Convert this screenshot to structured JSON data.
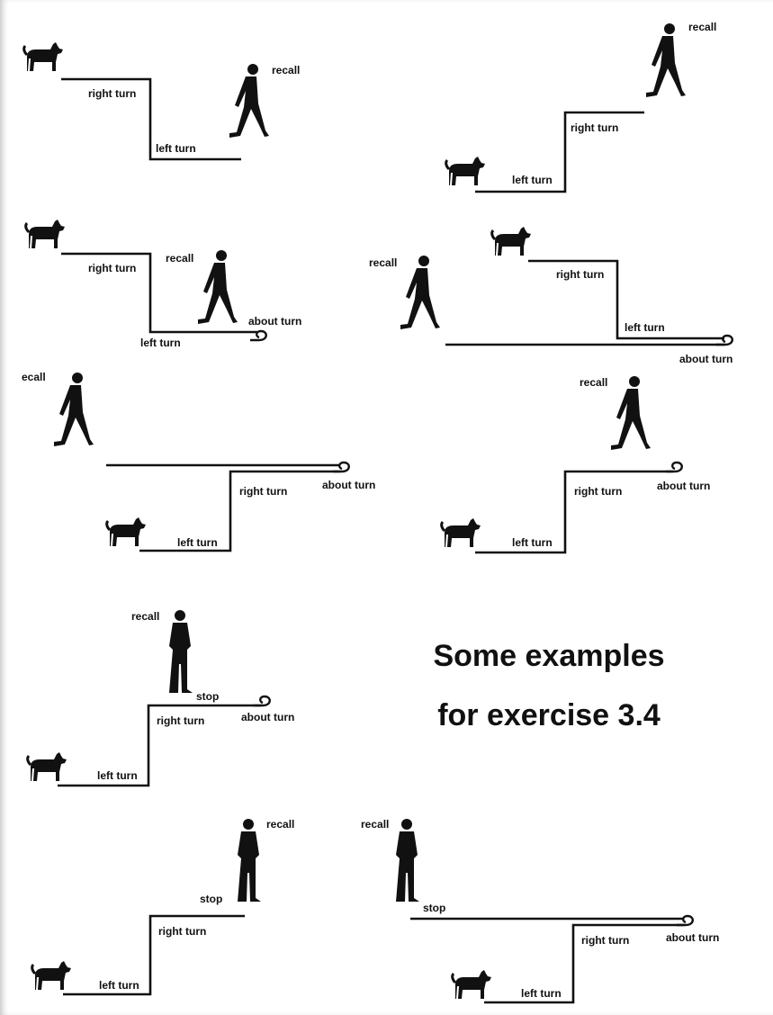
{
  "title": {
    "line1": "Some examples",
    "line2": "for exercise 3.4"
  },
  "labels": {
    "recall": "recall",
    "recall_cropped": "ecall",
    "right_turn": "right turn",
    "left_turn": "left turn",
    "about_turn": "about turn",
    "stop": "stop"
  },
  "icons": [
    "dog-icon",
    "walking-person-icon",
    "standing-person-icon",
    "about-turn-loop-icon"
  ],
  "colors": {
    "ink": "#111111",
    "background": "#ffffff"
  }
}
